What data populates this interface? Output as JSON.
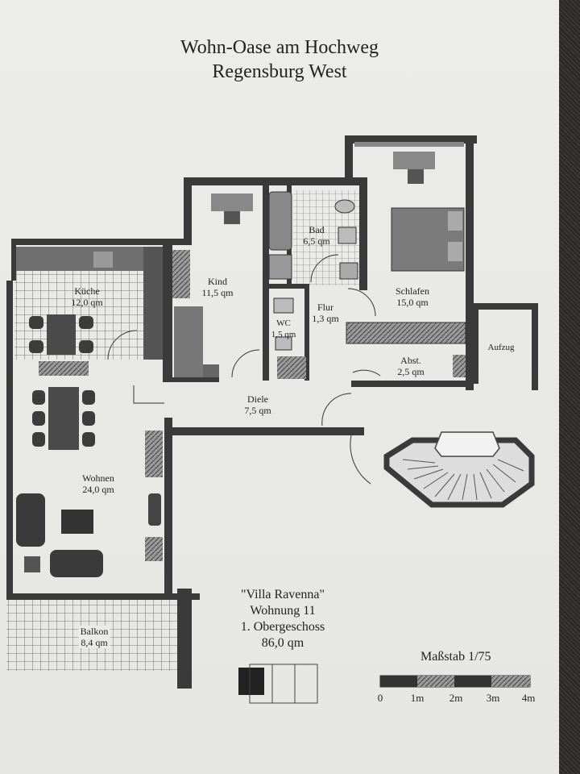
{
  "header": {
    "line1": "Wohn-Oase am Hochweg",
    "line2": "Regensburg West"
  },
  "rooms": {
    "kueche": {
      "name": "Küche",
      "area": "12,0 qm"
    },
    "kind": {
      "name": "Kind",
      "area": "11,5 qm"
    },
    "bad": {
      "name": "Bad",
      "area": "6,5 qm"
    },
    "schlafen": {
      "name": "Schlafen",
      "area": "15,0 qm"
    },
    "wc": {
      "name": "WC",
      "area": "1,5 qm"
    },
    "flur": {
      "name": "Flur",
      "area": "1,3 qm"
    },
    "abst": {
      "name": "Abst.",
      "area": "2,5 qm"
    },
    "diele": {
      "name": "Diele",
      "area": "7,5 qm"
    },
    "wohnen": {
      "name": "Wohnen",
      "area": "24,0 qm"
    },
    "balkon": {
      "name": "Balkon",
      "area": "8,4 qm"
    },
    "aufzug": {
      "name": "Aufzug"
    }
  },
  "info": {
    "building": "\"Villa Ravenna\"",
    "unit": "Wohnung 11",
    "floor": "1. Obergeschoss",
    "total_area": "86,0 qm"
  },
  "scale": {
    "title": "Maßstab 1/75",
    "ticks": [
      "0",
      "1m",
      "2m",
      "3m",
      "4m"
    ]
  },
  "colors": {
    "wall": "#3a3a3a",
    "tile": "#555555",
    "paper": "#ebebe8"
  }
}
